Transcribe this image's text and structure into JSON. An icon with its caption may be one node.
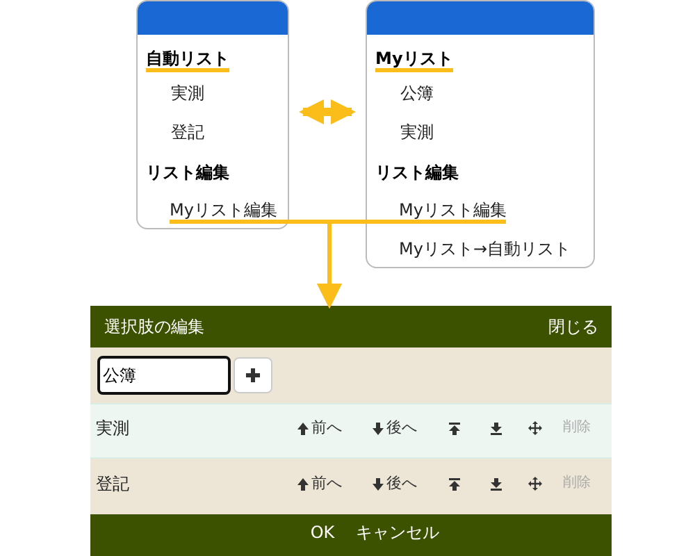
{
  "diagram": {
    "nodes": [
      {
        "text": [],
        "shape": "box"
      },
      {
        "text": [
          "自動リスト"
        ],
        "in": 0
      },
      {
        "text": [
          "実測"
        ],
        "in": 0
      },
      {
        "text": [
          "登記"
        ],
        "in": 0
      },
      {
        "text": [
          "リスト編集"
        ],
        "in": 0
      },
      {
        "text": [
          "Myリスト編集"
        ],
        "in": 0
      },
      {
        "text": [],
        "shape": "box"
      },
      {
        "text": [
          "Myリスト"
        ],
        "in": 6
      },
      {
        "text": [
          "公簿"
        ],
        "in": 6
      },
      {
        "text": [
          "実測"
        ],
        "in": 6
      },
      {
        "text": [
          "リスト編集"
        ],
        "in": 6
      },
      {
        "text": [
          "Myリスト編集"
        ],
        "in": 6
      },
      {
        "text": [
          "Myリスト→自動リスト"
        ],
        "in": 6
      },
      {
        "text": [
          "選択肢の編集"
        ]
      },
      {
        "text": [
          "閉じる"
        ],
        "in": 13
      },
      {
        "text": [
          "公簿"
        ],
        "in": 13
      },
      {
        "text": [
          "実測"
        ],
        "in": 13
      },
      {
        "text": [
          "登記"
        ],
        "in": 13
      },
      {
        "text": [
          "OK"
        ],
        "in": 13
      },
      {
        "text": [
          "キャンセル"
        ],
        "in": 13
      }
    ],
    "edges": [
      {
        "from": 0,
        "to": 6,
        "arrow": "both",
        "style": "thick"
      },
      {
        "from": 5,
        "to": 13,
        "arrow": "to"
      },
      {
        "from": 11,
        "to": 13,
        "arrow": "to"
      }
    ],
    "labels": [
      "前へ",
      "後へ",
      "削除",
      "前へ",
      "後へ",
      "削除"
    ]
  }
}
